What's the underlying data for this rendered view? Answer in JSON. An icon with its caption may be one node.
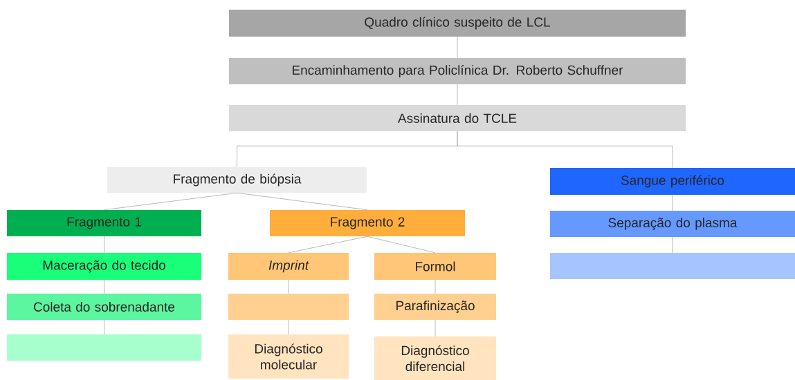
{
  "diagram": {
    "nodes": [
      {
        "text": [
          "Quadro clínico suspeito de LCL"
        ]
      },
      {
        "text": [
          "Encaminhamento para Policlínica Dr. Roberto Schuffner"
        ]
      },
      {
        "text": [
          "Assinatura do TCLE"
        ]
      },
      {
        "text": [
          "Fragmento de biópsia"
        ]
      },
      {
        "text": [
          "Sangue periférico"
        ]
      },
      {
        "text": [
          "Fragmento 1"
        ]
      },
      {
        "text": [
          "Fragmento 2"
        ]
      },
      {
        "text": [
          "Separação do plasma"
        ]
      },
      {
        "text": [
          "Maceração do tecido"
        ]
      },
      {
        "text": [
          "Imprint"
        ]
      },
      {
        "text": [
          "Formol"
        ]
      },
      {
        "text": [],
        "shape": "box"
      },
      {
        "text": [
          "Coleta do sobrenadante"
        ]
      },
      {
        "text": [],
        "shape": "box"
      },
      {
        "text": [
          "Parafinização"
        ]
      },
      {
        "text": [],
        "shape": "box"
      },
      {
        "text": [
          "Diagnóstico molecular"
        ]
      },
      {
        "text": [
          "Diagnóstico diferencial"
        ]
      }
    ],
    "edges": [
      {
        "from": 0,
        "to": 1,
        "arrow": "none"
      },
      {
        "from": 1,
        "to": 2,
        "arrow": "none"
      },
      {
        "from": 2,
        "to": 3,
        "arrow": "none"
      },
      {
        "from": 2,
        "to": 4,
        "arrow": "none"
      },
      {
        "from": 3,
        "to": 5,
        "arrow": "none"
      },
      {
        "from": 3,
        "to": 6,
        "arrow": "none"
      },
      {
        "from": 5,
        "to": 8,
        "arrow": "none"
      },
      {
        "from": 8,
        "to": 12,
        "arrow": "none"
      },
      {
        "from": 12,
        "to": 15,
        "arrow": "none"
      },
      {
        "from": 6,
        "to": 9,
        "arrow": "none"
      },
      {
        "from": 6,
        "to": 10,
        "arrow": "none"
      },
      {
        "from": 9,
        "to": 13,
        "arrow": "none"
      },
      {
        "from": 13,
        "to": 16,
        "arrow": "none"
      },
      {
        "from": 10,
        "to": 14,
        "arrow": "none"
      },
      {
        "from": 14,
        "to": 17,
        "arrow": "none"
      },
      {
        "from": 4,
        "to": 7,
        "arrow": "none"
      },
      {
        "from": 7,
        "to": 11,
        "arrow": "none"
      }
    ]
  }
}
